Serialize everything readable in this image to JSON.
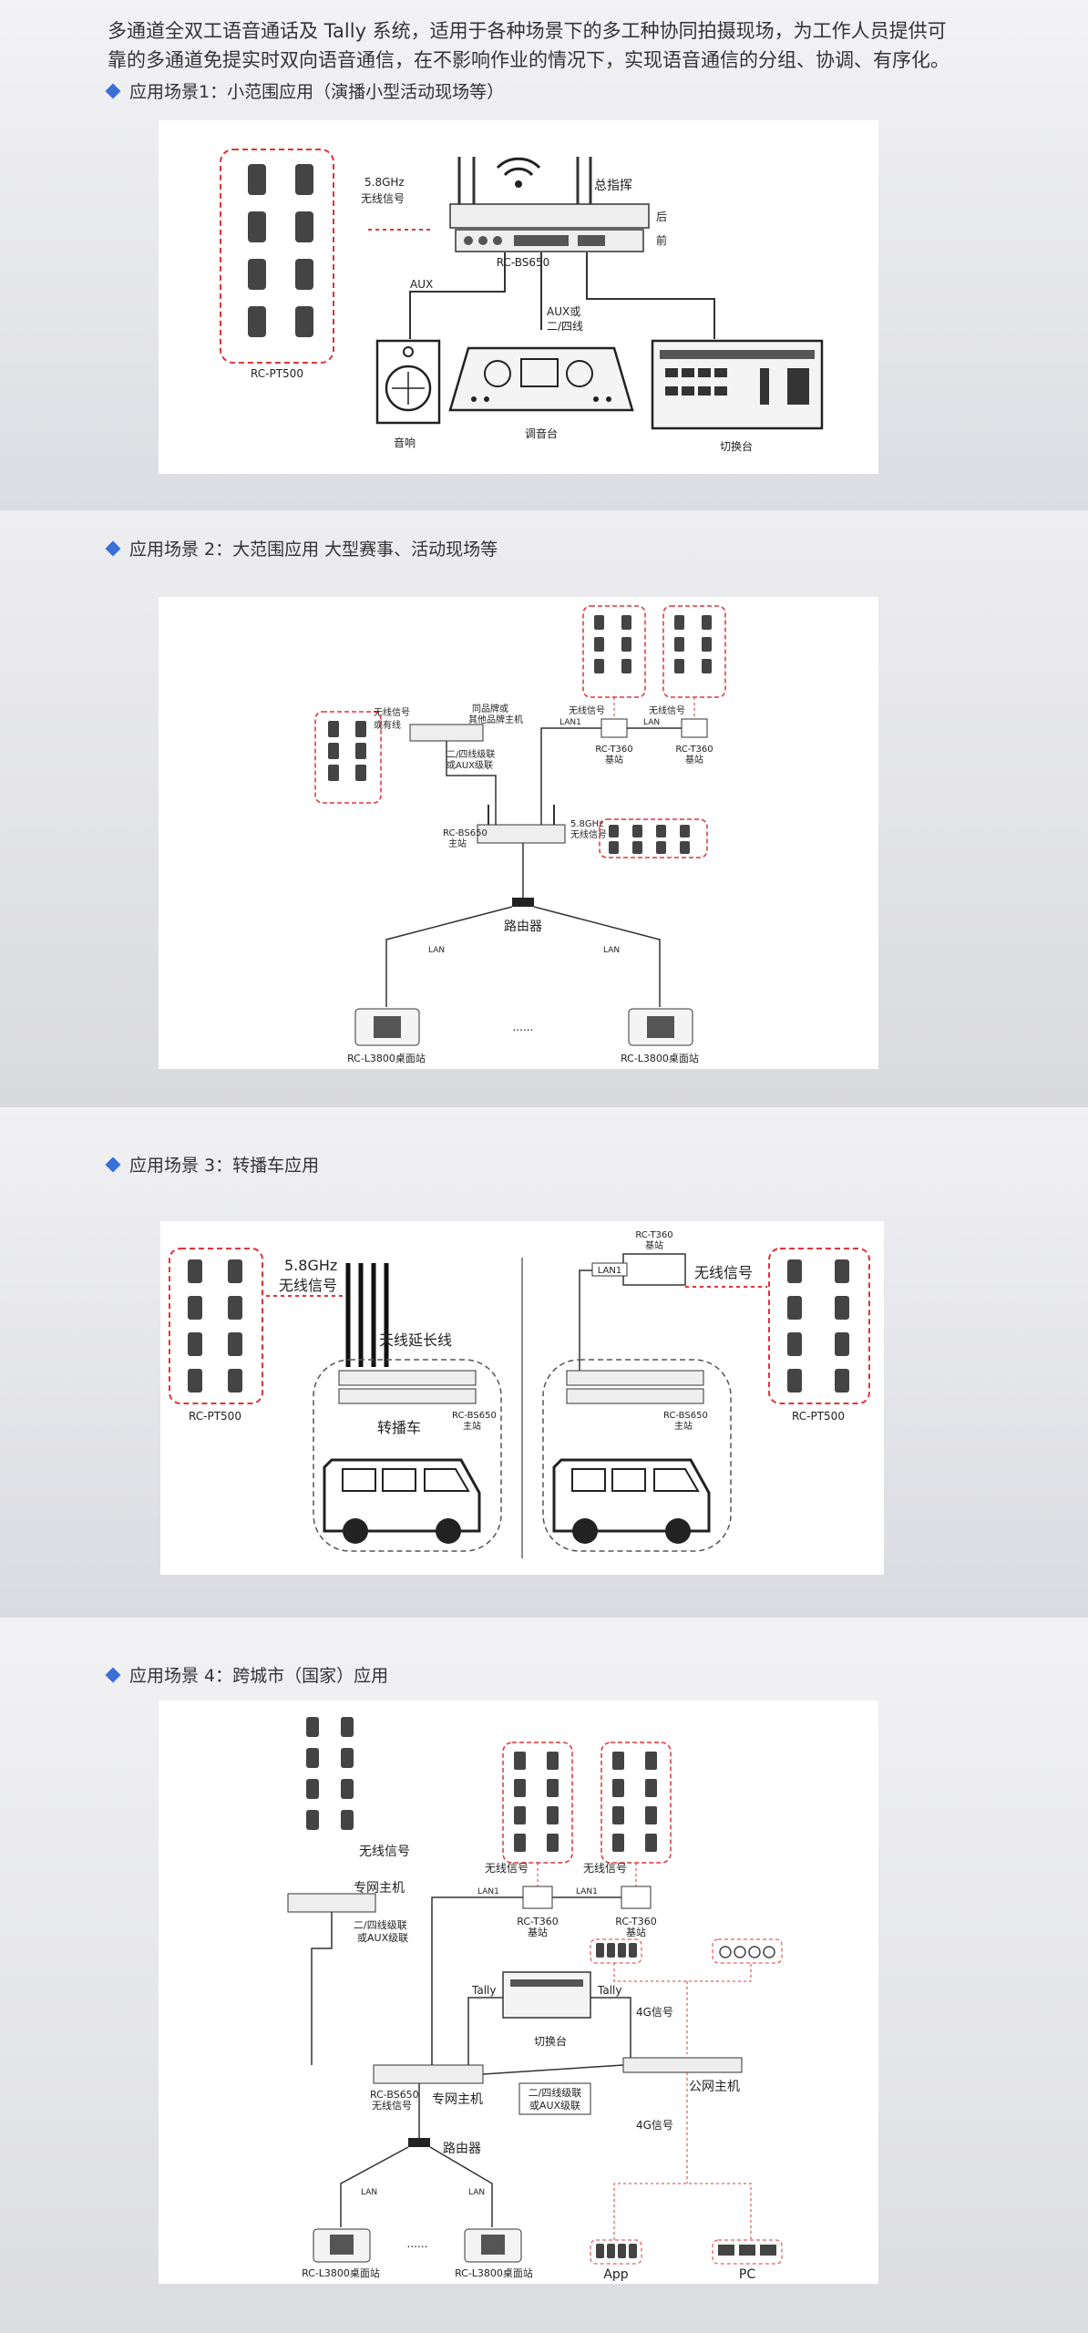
{
  "intro": {
    "line1": "多通道全双工语音通话及 Tally 系统，适用于各种场景下的多工种协同拍摄现场，为工作人员提供可",
    "line2": "靠的多通道免提实时双向语音通信，在不影响作业的情况下，实现语音通信的分组、协调、有序化。"
  },
  "scene1": {
    "heading": "应用场景1：小范围应用（演播小型活动现场等）",
    "signal_line1": "5.8GHz",
    "signal_line2": "无线信号",
    "pt500": "RC-PT500",
    "commander": "总指挥",
    "bs650": "RC-BS650",
    "rear": "后",
    "front": "前",
    "aux": "AUX",
    "aux_or1": "AUX或",
    "aux_or2": "二/四线",
    "speaker": "音响",
    "mixer": "调音台",
    "switcher": "切换台"
  },
  "scene2": {
    "heading": "应用场景 2：大范围应用 大型赛事、活动现场等",
    "wl_or_wired1": "无线信号",
    "wl_or_wired2": "或有线",
    "same_brand1": "同品牌或",
    "same_brand2": "其他品牌主机",
    "cascade1": "二/四线级联",
    "cascade2": "或AUX级联",
    "wl1": "无线信号",
    "wl2": "无线信号",
    "lan1": "LAN1",
    "lan2": "LAN",
    "t360a1": "RC-T360",
    "t360a2": "基站",
    "t360b1": "RC-T360",
    "t360b2": "基站",
    "bs650_1": "RC-BS650",
    "bs650_2": "主站",
    "ghz1": "5.8GHz",
    "ghz2": "无线信号",
    "router": "路由器",
    "lan_l": "LAN",
    "lan_r": "LAN",
    "dots": "......",
    "l3800a": "RC-L3800桌面站",
    "l3800b": "RC-L3800桌面站"
  },
  "scene3": {
    "heading": "应用场景 3：转播车应用",
    "ghz1": "5.8GHz",
    "ghz2": "无线信号",
    "antenna_ext": "天线延长线",
    "pt500_l": "RC-PT500",
    "bs650a1": "RC-BS650",
    "bs650a2": "主站",
    "obvan": "转播车",
    "t360_1": "RC-T360",
    "t360_2": "基站",
    "lan1": "LAN1",
    "wl": "无线信号",
    "bs650b1": "RC-BS650",
    "bs650b2": "主站",
    "pt500_r": "RC-PT500"
  },
  "scene4": {
    "heading": "应用场景 4：跨城市（国家）应用",
    "wl_top": "无线信号",
    "private_host": "专网主机",
    "cascade1": "二/四线级联",
    "cascade2": "或AUX级联",
    "wl1": "无线信号",
    "wl2": "无线信号",
    "lan1a": "LAN1",
    "lan1b": "LAN1",
    "t360a1": "RC-T360",
    "t360a2": "基站",
    "t360b1": "RC-T360",
    "t360b2": "基站",
    "tally_l": "Tally",
    "tally_r": "Tally",
    "switcher": "切换台",
    "sig4g_a": "4G信号",
    "sig4g_b": "4G信号",
    "bs650_1": "RC-BS650",
    "bs650_2": "无线信号",
    "private_host2": "专网主机",
    "cascade3": "二/四线级联",
    "cascade4": "或AUX级联",
    "public_host": "公网主机",
    "router": "路由器",
    "lan_l": "LAN",
    "lan_r": "LAN",
    "dots": "......",
    "l3800a": "RC-L3800桌面站",
    "l3800b": "RC-L3800桌面站",
    "app": "App",
    "pc": "PC"
  },
  "colors": {
    "accent_blue": "#3a6fd8",
    "dashed_red": "#e0343a",
    "line": "#333333"
  }
}
